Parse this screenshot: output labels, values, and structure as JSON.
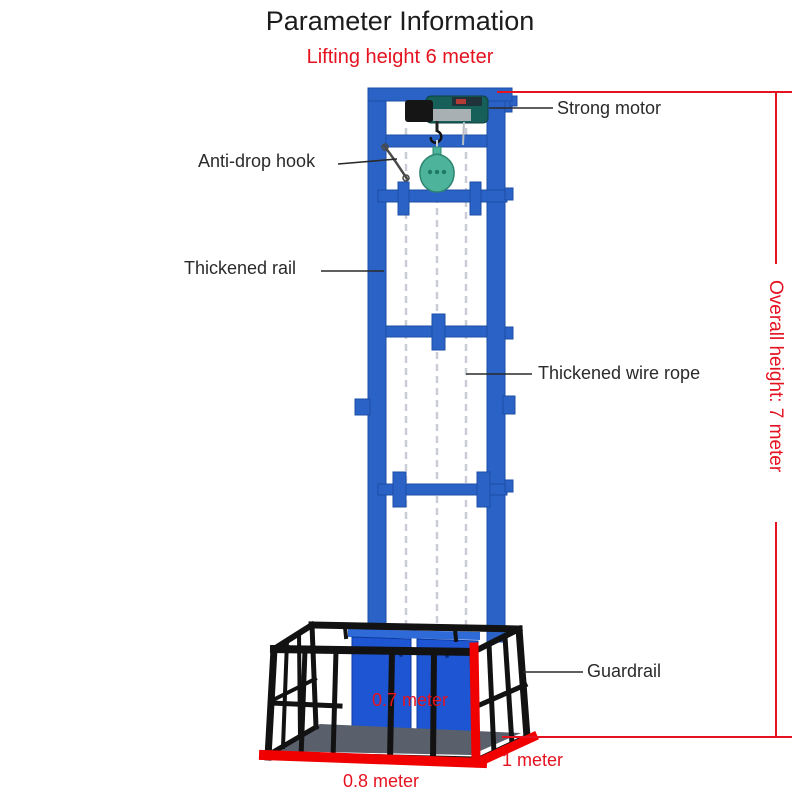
{
  "title": "Parameter Information",
  "subtitle": "Lifting height 6 meter",
  "labels": {
    "strong_motor": "Strong motor",
    "anti_drop_hook": "Anti-drop hook",
    "thickened_rail": "Thickened rail",
    "thickened_wire_rope": "Thickened wire rope",
    "guardrail": "Guardrail"
  },
  "dimensions": {
    "overall_height": "Overall height: 7 meter",
    "platform_height": "0.7 meter",
    "platform_width": "0.8 meter",
    "platform_depth": "1 meter"
  },
  "colors": {
    "accent_red": "#e51220",
    "bright_red": "#f10000",
    "frame_blue": "#2a62c6",
    "panel_blue": "#1d55d2",
    "cage_black": "#121212",
    "label_black": "#2a2a2a",
    "motor_teal": "#176059",
    "pulley_green": "#4db39b",
    "wire_gray": "#c9ced6"
  }
}
